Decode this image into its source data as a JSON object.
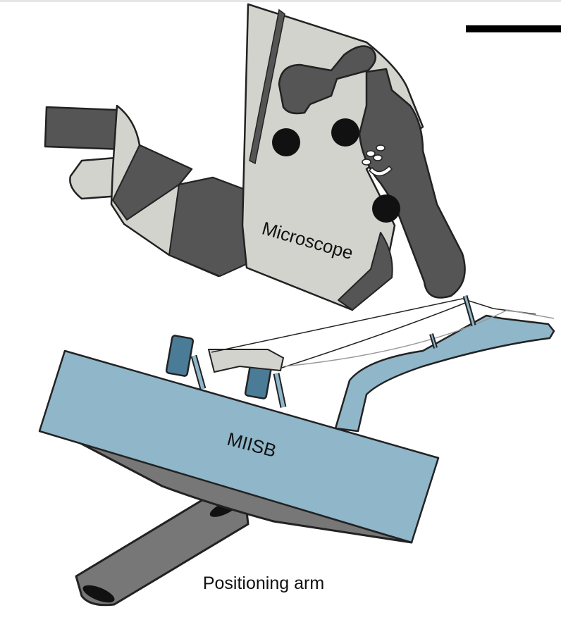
{
  "labels": {
    "microscope": "Microscope",
    "platform": "MIISB",
    "arm": "Positioning arm"
  },
  "colors": {
    "light_gray": "#d3d3ce",
    "dark_gray": "#555555",
    "arm_gray": "#777777",
    "blue": "#8fb6c9",
    "dark_blue": "#4a7c97",
    "outline": "#222222"
  },
  "components": [
    "scale-bar",
    "microscope",
    "miisb-platform",
    "positioning-arm"
  ]
}
